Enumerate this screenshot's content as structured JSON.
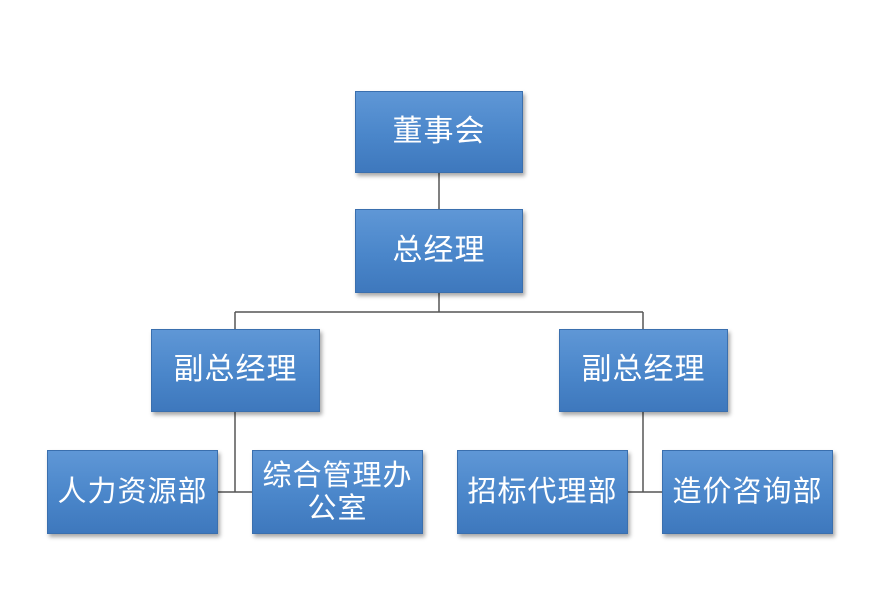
{
  "org_chart": {
    "board": "董事会",
    "general_manager": "总经理",
    "vice_managers": [
      {
        "label": "副总经理",
        "departments": [
          "人力资源部",
          "综合管理办公室"
        ]
      },
      {
        "label": "副总经理",
        "departments": [
          "招标代理部",
          "造价咨询部"
        ]
      }
    ]
  },
  "colors": {
    "node_fill": "#4a86ca",
    "node_border": "#3a6fae",
    "node_text": "#ffffff",
    "connector": "#555555",
    "background": "#ffffff"
  }
}
